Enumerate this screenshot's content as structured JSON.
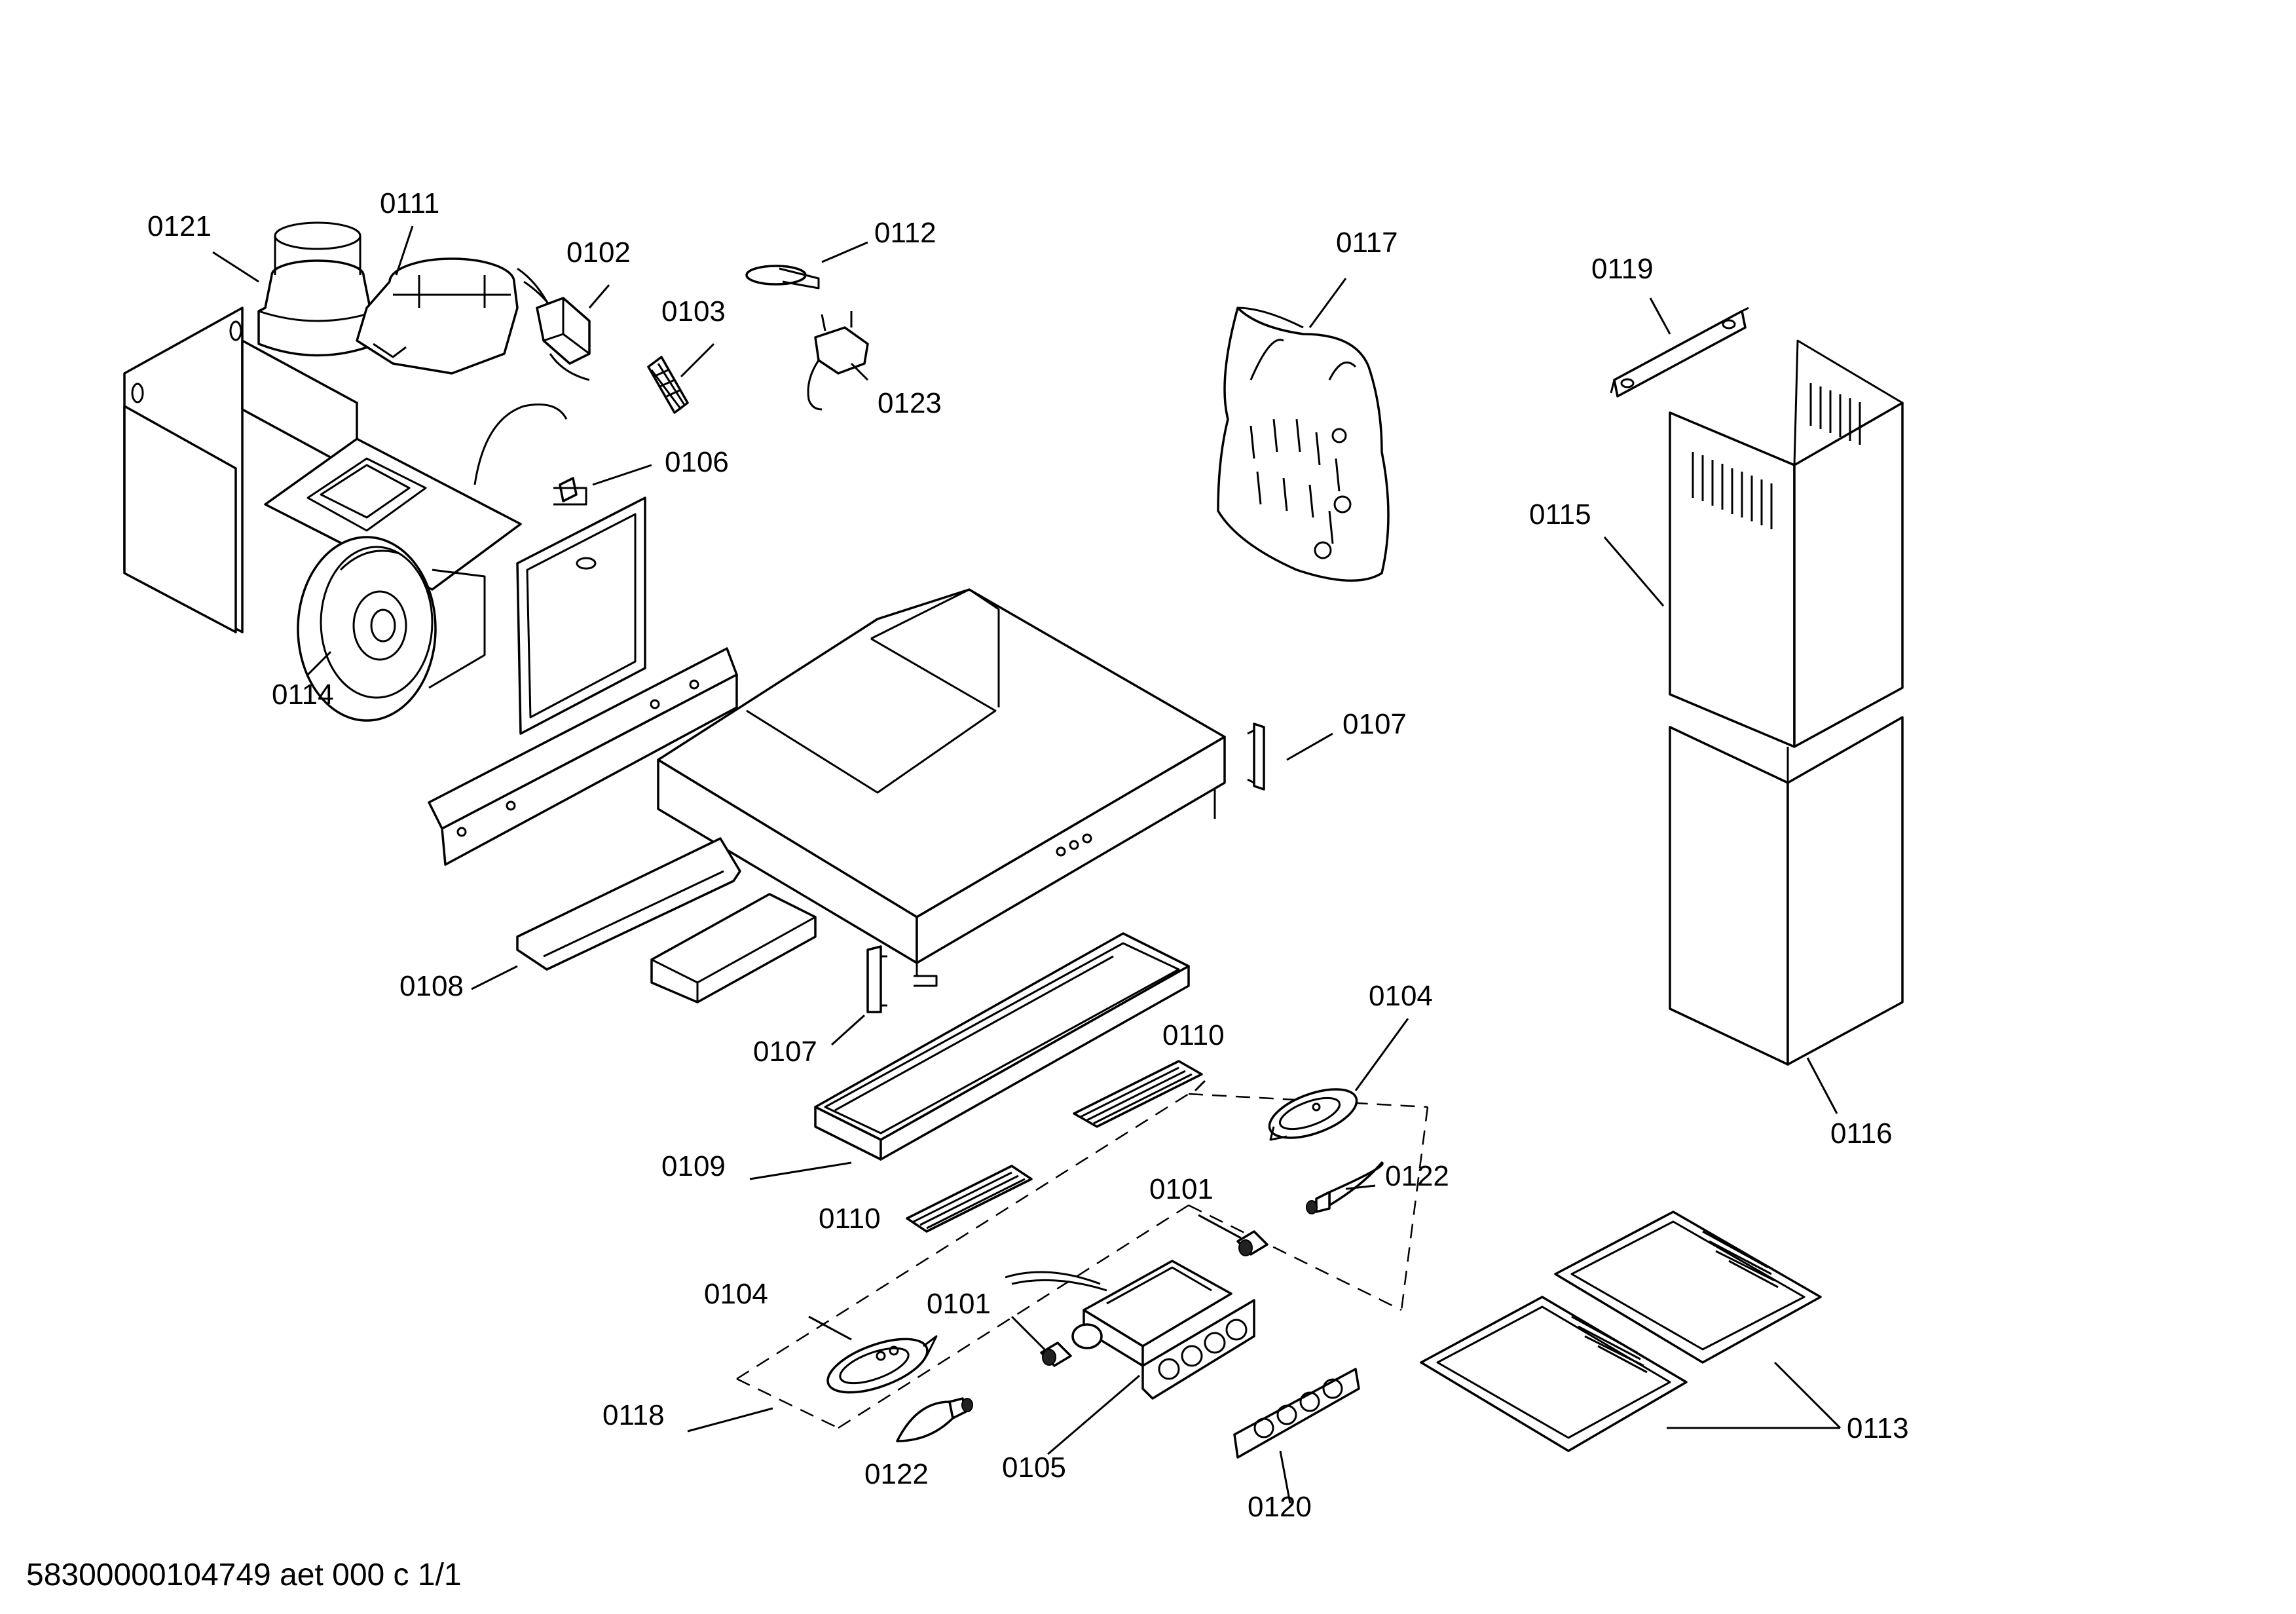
{
  "diagram": {
    "footer": "58300000104749 aet 000 c 1/1",
    "labels": [
      {
        "id": "l0121",
        "text": "0121"
      },
      {
        "id": "l0111",
        "text": "0111"
      },
      {
        "id": "l0102",
        "text": "0102"
      },
      {
        "id": "l0112",
        "text": "0112"
      },
      {
        "id": "l0103",
        "text": "0103"
      },
      {
        "id": "l0123",
        "text": "0123"
      },
      {
        "id": "l0106",
        "text": "0106"
      },
      {
        "id": "l0114",
        "text": "0114"
      },
      {
        "id": "l0117",
        "text": "0117"
      },
      {
        "id": "l0119",
        "text": "0119"
      },
      {
        "id": "l0115",
        "text": "0115"
      },
      {
        "id": "l0107a",
        "text": "0107"
      },
      {
        "id": "l0108",
        "text": "0108"
      },
      {
        "id": "l0107b",
        "text": "0107"
      },
      {
        "id": "l0110a",
        "text": "0110"
      },
      {
        "id": "l0104a",
        "text": "0104"
      },
      {
        "id": "l0116",
        "text": "0116"
      },
      {
        "id": "l0109",
        "text": "0109"
      },
      {
        "id": "l0122a",
        "text": "0122"
      },
      {
        "id": "l0101a",
        "text": "0101"
      },
      {
        "id": "l0110b",
        "text": "0110"
      },
      {
        "id": "l0104b",
        "text": "0104"
      },
      {
        "id": "l0101b",
        "text": "0101"
      },
      {
        "id": "l0118",
        "text": "0118"
      },
      {
        "id": "l0105",
        "text": "0105"
      },
      {
        "id": "l0122b",
        "text": "0122"
      },
      {
        "id": "l0120",
        "text": "0120"
      },
      {
        "id": "l0113",
        "text": "0113"
      }
    ]
  }
}
